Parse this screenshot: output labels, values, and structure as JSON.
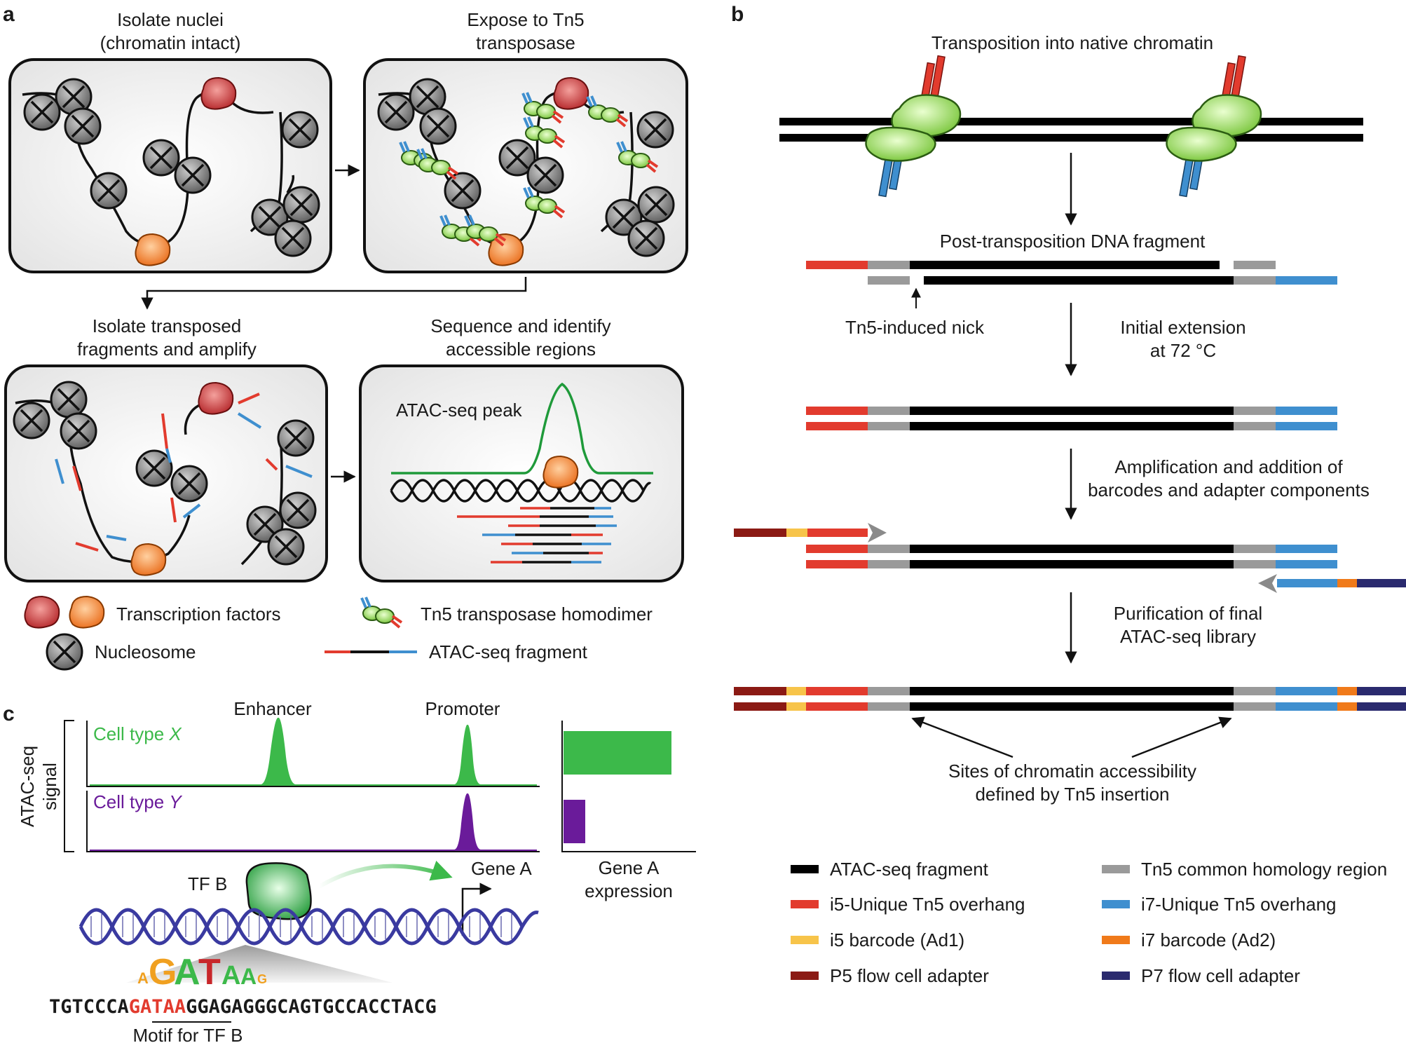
{
  "panels": {
    "a": "a",
    "b": "b",
    "c": "c"
  },
  "panel_a": {
    "box1_title": [
      "Isolate nuclei",
      "(chromatin intact)"
    ],
    "box2_title": [
      "Expose to Tn5",
      "transposase"
    ],
    "box3_title": [
      "Isolate transposed",
      "fragments and amplify"
    ],
    "box4_title": [
      "Sequence and identify",
      "accessible regions"
    ],
    "peak_label": "ATAC-seq peak",
    "legend": {
      "tf": "Transcription factors",
      "nucleosome": "Nucleosome",
      "tn5": "Tn5 transposase homodimer",
      "fragment": "ATAC-seq fragment"
    }
  },
  "panel_b": {
    "title": "Transposition into native chromatin",
    "step1": "Post-transposition DNA fragment",
    "nick": "Tn5-induced nick",
    "extension": [
      "Initial extension",
      "at 72 °C"
    ],
    "amplification": [
      "Amplification and addition of",
      "barcodes and adapter components"
    ],
    "purification": [
      "Purification of final",
      "ATAC-seq library"
    ],
    "sites": [
      "Sites of chromatin accessibility",
      "defined by Tn5 insertion"
    ],
    "legend": [
      {
        "label": "ATAC-seq fragment",
        "color": "#000000"
      },
      {
        "label": "Tn5 common homology region",
        "color": "#9a9a9a"
      },
      {
        "label": "i5-Unique Tn5 overhang",
        "color": "#e23b2e"
      },
      {
        "label": "i7-Unique Tn5 overhang",
        "color": "#3f8fcf"
      },
      {
        "label": "i5 barcode (Ad1)",
        "color": "#f7c44a"
      },
      {
        "label": "i7 barcode (Ad2)",
        "color": "#f07a1a"
      },
      {
        "label": "P5 flow cell adapter",
        "color": "#8b1a14"
      },
      {
        "label": "P7 flow cell adapter",
        "color": "#2a2a6e"
      }
    ]
  },
  "panel_c": {
    "ylabel": [
      "ATAC-seq",
      "signal"
    ],
    "enhancer": "Enhancer",
    "promoter": "Promoter",
    "celltype_x": "Cell type",
    "celltype_x_var": "X",
    "celltype_y": "Cell type",
    "celltype_y_var": "Y",
    "tf_label": "TF B",
    "gene_label": "Gene A",
    "expression": [
      "Gene A",
      "expression"
    ],
    "expression_values": {
      "X": 1.0,
      "Y": 0.2
    },
    "sequence_pre": "TGTCCCA",
    "sequence_motif": "GATAA",
    "sequence_post": "GGAGAGGGCAGTGCCACCTACG",
    "motif_label": "Motif for TF B",
    "logo_letters": [
      "A",
      "G",
      "A",
      "T",
      "A",
      "A",
      "G"
    ]
  },
  "colors": {
    "green": "#3cb94a",
    "purple": "#6a1b9a",
    "tf_red": "#c8262a",
    "tf_orange": "#f07a1a",
    "helix": "#3a3aa0",
    "motif_red": "#e23b2e"
  }
}
